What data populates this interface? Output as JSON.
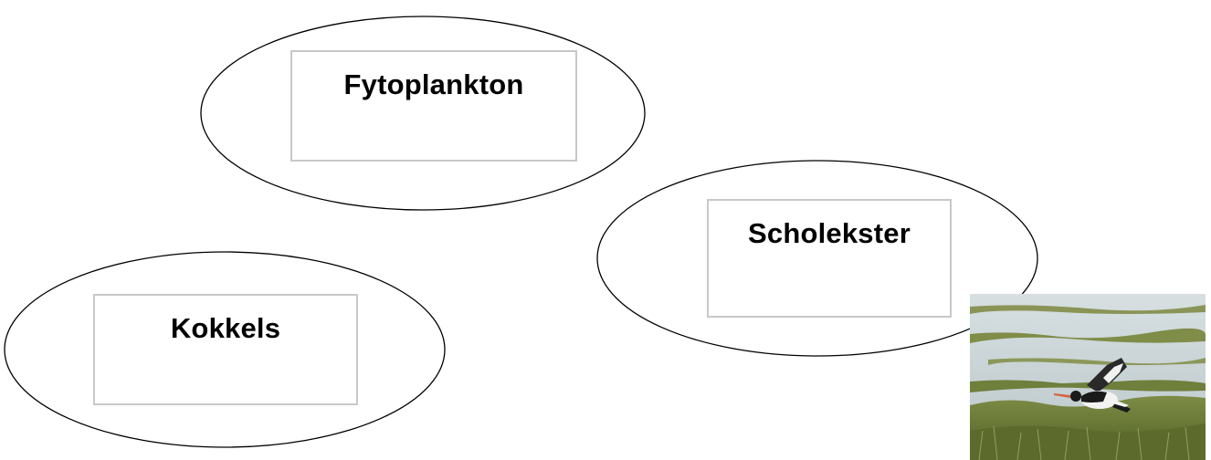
{
  "nodes": {
    "fytoplankton": {
      "label": "Fytoplankton"
    },
    "scholekster": {
      "label": "Scholekster"
    },
    "kokkels": {
      "label": "Kokkels"
    }
  },
  "photo": {
    "subject": "oystercatcher-in-flight",
    "colors": {
      "water": "#c9d3d6",
      "grass": "#6f7f3c",
      "bird_black": "#1a1a1a",
      "bird_white": "#f2f2f0",
      "beak": "#d8623a"
    }
  }
}
